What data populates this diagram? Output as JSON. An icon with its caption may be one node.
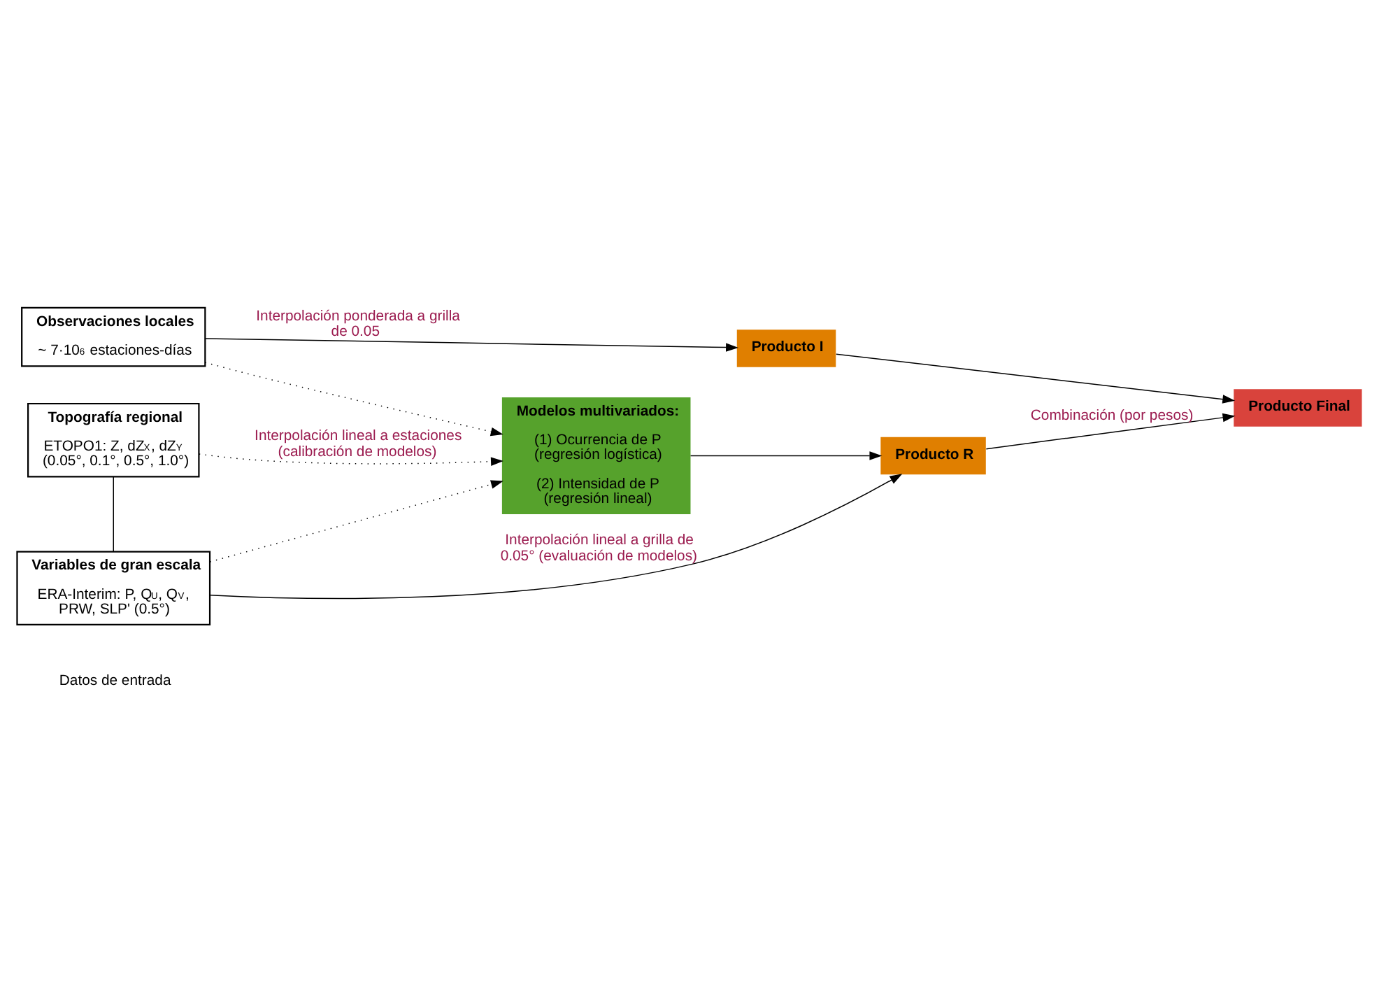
{
  "diagram": {
    "nodes": [
      {
        "text": [
          "Observaciones locales",
          "~ 7·10$^{6}$ estaciones-días"
        ]
      },
      {
        "text": [
          "Topografía regional",
          "ETOPO1: Z, dZ$_{X}$, dZ$_{Y}$ (0.05°, 0.1°, 0.5°, 1.0°)"
        ]
      },
      {
        "text": [
          "Variables de gran escala",
          "ERA-Interim: P, Q$_{U}$, Q$_{V}$, PRW, SLP' (0.5°)"
        ]
      },
      {
        "text": [
          "Modelos multivariados:",
          "(1) Ocurrencia de P (regresión logística)",
          "(2) Intensidad de P (regresión lineal)"
        ]
      },
      {
        "text": [
          "Producto R"
        ]
      },
      {
        "text": [
          "Producto I"
        ]
      },
      {
        "text": [
          "Producto Final"
        ]
      }
    ],
    "edges": [
      {
        "from": 0,
        "to": 3,
        "arrow": "to",
        "style": "dashed"
      },
      {
        "from": 1,
        "to": 3,
        "arrow": "to",
        "style": "dashed",
        "label": "Interpolación lineal a estaciones (calibración de modelos)"
      },
      {
        "from": 2,
        "to": 3,
        "arrow": "to",
        "style": "dashed"
      },
      {
        "from": 1,
        "to": 2,
        "arrow": "none"
      },
      {
        "from": 2,
        "to": 4,
        "arrow": "to",
        "label": "Interpolación lineal a grilla de 0.05° (evaluación de modelos)"
      },
      {
        "from": 3,
        "to": 4,
        "arrow": "to"
      },
      {
        "from": 0,
        "to": 5,
        "arrow": "to",
        "label": "Interpolación ponderada a grilla de 0.05"
      },
      {
        "from": 4,
        "to": 6,
        "arrow": "to",
        "label": "Combinación (por pesos)"
      },
      {
        "from": 5,
        "to": 6,
        "arrow": "to"
      }
    ],
    "labels": [
      "Datos de entrada"
    ]
  }
}
